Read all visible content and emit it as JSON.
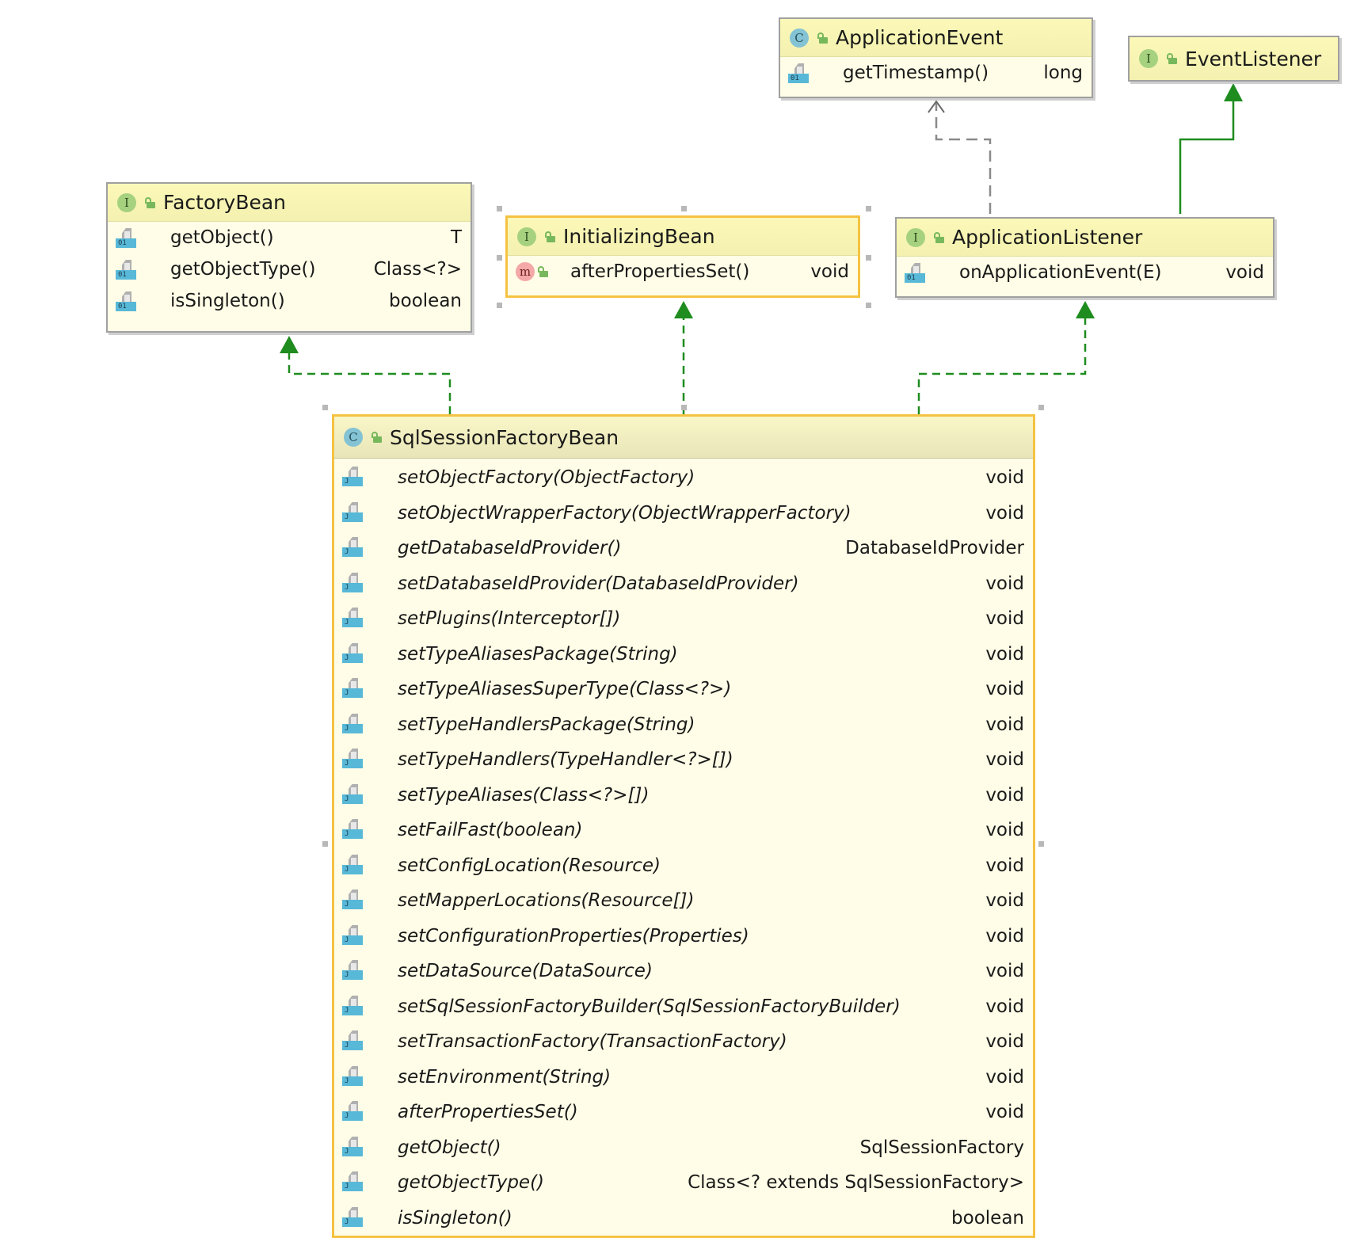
{
  "diagram": {
    "classes": {
      "applicationEvent": {
        "kind": "C",
        "name": "ApplicationEvent",
        "members": [
          {
            "name": "getTimestamp()",
            "type": "long",
            "icon": "01"
          }
        ]
      },
      "eventListener": {
        "kind": "I",
        "name": "EventListener",
        "members": []
      },
      "factoryBean": {
        "kind": "I",
        "name": "FactoryBean",
        "members": [
          {
            "name": "getObject()",
            "type": "T",
            "icon": "01"
          },
          {
            "name": "getObjectType()",
            "type": "Class<?>",
            "icon": "01"
          },
          {
            "name": "isSingleton()",
            "type": "boolean",
            "icon": "01"
          }
        ]
      },
      "initializingBean": {
        "kind": "I",
        "name": "InitializingBean",
        "members": [
          {
            "name": "afterPropertiesSet()",
            "type": "void",
            "icon": "m"
          }
        ]
      },
      "applicationListener": {
        "kind": "I",
        "name": "ApplicationListener",
        "members": [
          {
            "name": "onApplicationEvent(E)",
            "type": "void",
            "icon": "01"
          }
        ]
      },
      "sqlSessionFactoryBean": {
        "kind": "C",
        "name": "SqlSessionFactoryBean",
        "members": [
          {
            "name": "setObjectFactory(ObjectFactory)",
            "type": "void",
            "icon": "J"
          },
          {
            "name": "setObjectWrapperFactory(ObjectWrapperFactory)",
            "type": "void",
            "icon": "J"
          },
          {
            "name": "getDatabaseIdProvider()",
            "type": "DatabaseIdProvider",
            "icon": "J"
          },
          {
            "name": "setDatabaseIdProvider(DatabaseIdProvider)",
            "type": "void",
            "icon": "J"
          },
          {
            "name": "setPlugins(Interceptor[])",
            "type": "void",
            "icon": "J"
          },
          {
            "name": "setTypeAliasesPackage(String)",
            "type": "void",
            "icon": "J"
          },
          {
            "name": "setTypeAliasesSuperType(Class<?>)",
            "type": "void",
            "icon": "J"
          },
          {
            "name": "setTypeHandlersPackage(String)",
            "type": "void",
            "icon": "J"
          },
          {
            "name": "setTypeHandlers(TypeHandler<?>[])",
            "type": "void",
            "icon": "J"
          },
          {
            "name": "setTypeAliases(Class<?>[])",
            "type": "void",
            "icon": "J"
          },
          {
            "name": "setFailFast(boolean)",
            "type": "void",
            "icon": "J"
          },
          {
            "name": "setConfigLocation(Resource)",
            "type": "void",
            "icon": "J"
          },
          {
            "name": "setMapperLocations(Resource[])",
            "type": "void",
            "icon": "J"
          },
          {
            "name": "setConfigurationProperties(Properties)",
            "type": "void",
            "icon": "J"
          },
          {
            "name": "setDataSource(DataSource)",
            "type": "void",
            "icon": "J"
          },
          {
            "name": "setSqlSessionFactoryBuilder(SqlSessionFactoryBuilder)",
            "type": "void",
            "icon": "J"
          },
          {
            "name": "setTransactionFactory(TransactionFactory)",
            "type": "void",
            "icon": "J"
          },
          {
            "name": "setEnvironment(String)",
            "type": "void",
            "icon": "J"
          },
          {
            "name": "afterPropertiesSet()",
            "type": "void",
            "icon": "J"
          },
          {
            "name": "getObject()",
            "type": "SqlSessionFactory",
            "icon": "J"
          },
          {
            "name": "getObjectType()",
            "type": "Class<? extends SqlSessionFactory>",
            "icon": "J"
          },
          {
            "name": "isSingleton()",
            "type": "boolean",
            "icon": "J"
          }
        ]
      }
    },
    "edges": [
      {
        "from": "applicationListener",
        "to": "applicationEvent",
        "kind": "dependency"
      },
      {
        "from": "applicationListener",
        "to": "eventListener",
        "kind": "extends"
      },
      {
        "from": "sqlSessionFactoryBean",
        "to": "factoryBean",
        "kind": "implements"
      },
      {
        "from": "sqlSessionFactoryBean",
        "to": "initializingBean",
        "kind": "implements"
      },
      {
        "from": "sqlSessionFactoryBean",
        "to": "applicationListener",
        "kind": "implements"
      }
    ],
    "colors": {
      "box_fill": "#fffde7",
      "header_fill": "#fbf8b8",
      "selection_border": "#f5c242",
      "inherit_arrow": "#1e8c1e",
      "dependency_arrow": "#8a8a8a"
    }
  }
}
